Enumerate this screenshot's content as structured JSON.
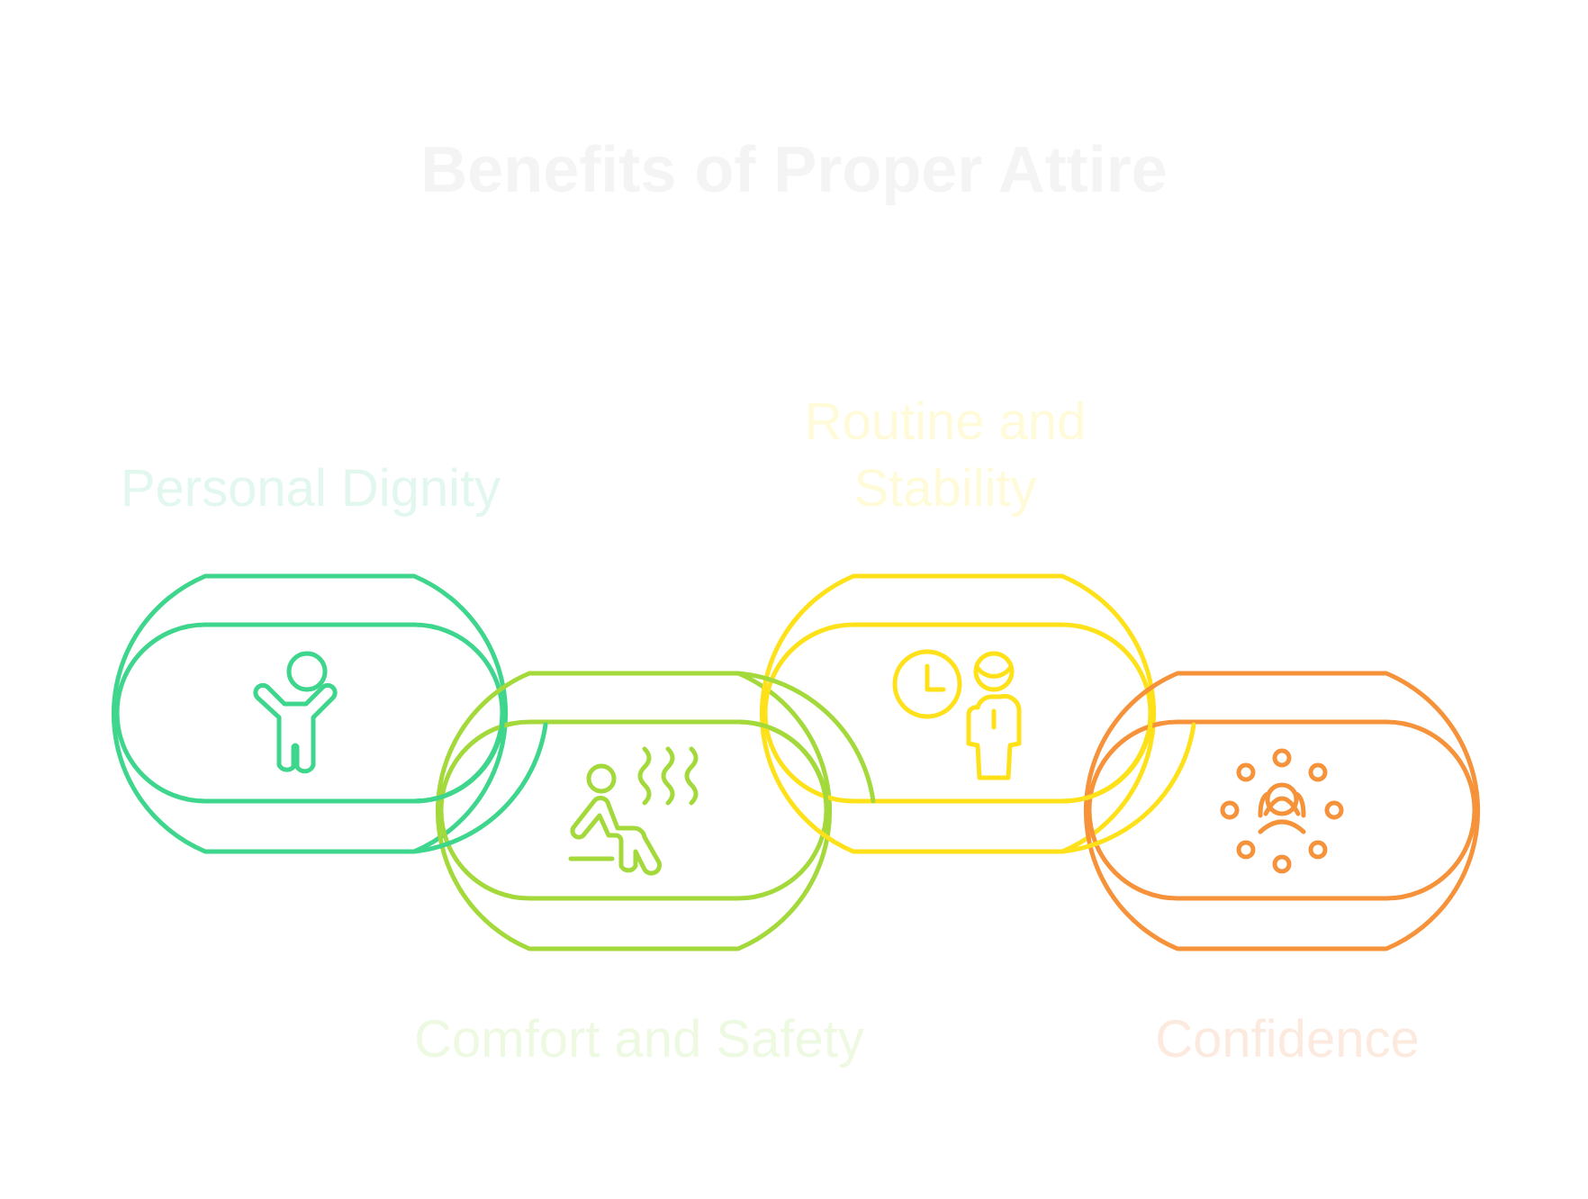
{
  "title": "Benefits of Proper Attire",
  "links": [
    {
      "label": "Personal Dignity",
      "color": "#3dd68c",
      "icon": "child-arms-raised-icon"
    },
    {
      "label": "Comfort and Safety",
      "color": "#a3d93b",
      "icon": "person-reclining-warmth-icon"
    },
    {
      "label": "Routine and Stability",
      "label_lines": [
        "Routine and",
        "Stability"
      ],
      "color": "#ffe119",
      "icon": "clock-and-person-icon"
    },
    {
      "label": "Confidence",
      "color": "#f6923a",
      "icon": "radiant-person-icon"
    }
  ]
}
